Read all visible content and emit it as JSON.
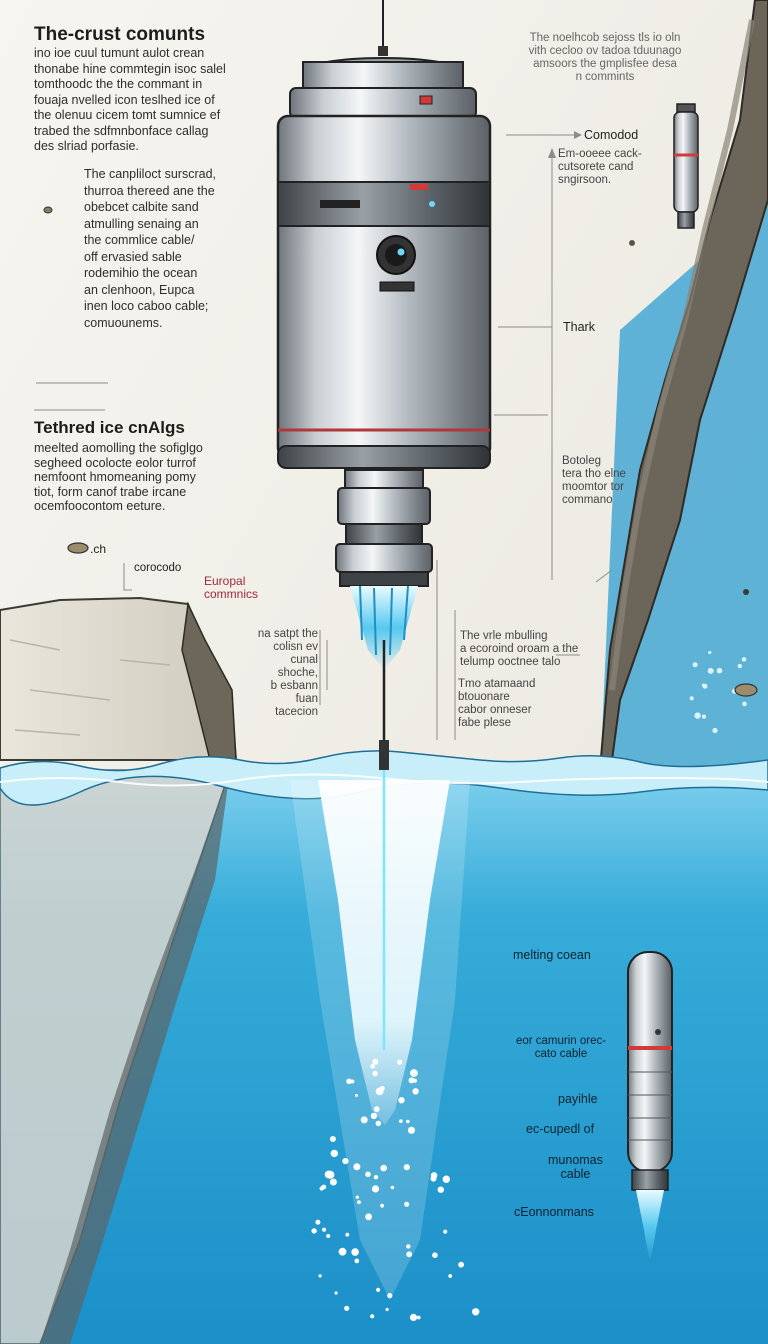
{
  "diagram": {
    "title_top": "The-crust comunts",
    "para_top": "ino ioe cuul tumunt aulot crean\nthonabe hine commtegin isoc salel\ntomthoodc the the commant in\nfouaja nvelled icon teslhed ice of\nthe olenuu cicem tomt sumnice ef\ntrabed the sdfmnbonface callag\ndes slriad porfasie.",
    "para_mid": "The canpliloct surscrad,\nthurroa thereed ane the\nobebcet calbite sand\natmulling senaing an\nthe commlice cable/\noff ervasied sable\nrodemihio the ocean\nan clenhoon, Eupca\ninen loco caboo cable;\ncomuounems.",
    "title_mid": "Tethred ice cnAlgs",
    "para_tethered": "meelted aomolling the sofiglgo\nsegheed ocolocte eolor turrof\nnemfoont hmomeaning pomy\ntiot, form canof trabe ircane\nocemfoocontom eeture.",
    "label_ch": ".ch",
    "label_corocodo": "corocodo",
    "label_europa": "Europal\ncommnics",
    "note_left": "na satpt the\ncolisn ev\ncunal\nshoche,\nb esbann\nfuan\ntacecion",
    "header_right": "The noelhcob sejoss tls io oln\nvith cecloo ov tadoa tduunago\namsoors the gmplisfee desa\nn commints",
    "label_comodod": "Comodod",
    "note_comodod": "Em-ooeee cack-\ncutsorete cand\nsngirsoon.",
    "label_thark": "Thark",
    "label_botoleg": "Botoleg\ntera tho elne\nmoomtor tor\ncommano",
    "note_right": "The vrle mbulling\na ecoroind oroam a the\ntelump ooctnee talo",
    "note_right2": "Tmo atamaand\nbtouonare\ncabor onneser\nfabe plese",
    "label_melting": "melting coean",
    "label_cable": "eor camurin orec-\ncato         cable",
    "label_payhle": "payihle",
    "label_ecc": "ec-cupedl of",
    "label_munomas": "munomas\ncable",
    "label_cecon": "cEonnonmans"
  },
  "colors": {
    "ocean": "#2aa3d6",
    "ocean_deep": "#0f7fb8",
    "ice": "#e8e6de",
    "rock": "#6f6a5e",
    "metal": "#b9bfc4",
    "accent_red": "#d23a3a",
    "jet": "#6fd8ff"
  }
}
